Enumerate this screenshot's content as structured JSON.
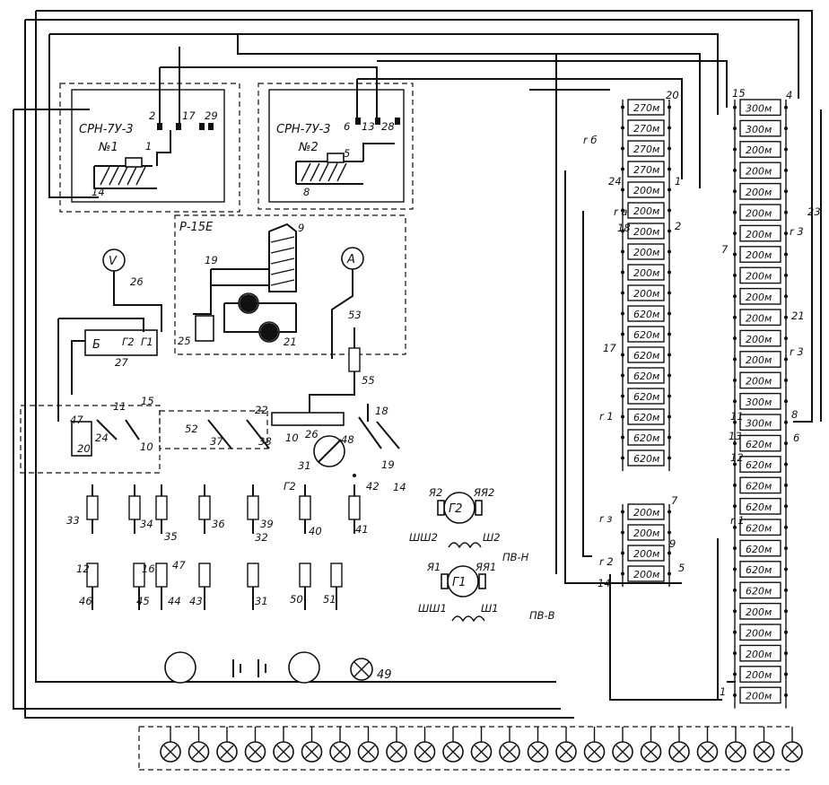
{
  "diagram": {
    "relays": {
      "r1": {
        "name": "СРН-7У-3",
        "num": "№1",
        "t2": "2",
        "t17": "17",
        "t29": "29",
        "t1": "1",
        "t14": "14"
      },
      "r2": {
        "name": "СРН-7У-3",
        "num": "№2",
        "t6": "6",
        "t13": "13",
        "t28": "28",
        "t5": "5",
        "t8": "8"
      }
    },
    "p15e": {
      "name": "Р-15Е",
      "t9": "9",
      "t19": "19",
      "t25": "25",
      "t21": "21"
    },
    "meters": {
      "voltmeter": "V",
      "ammeter": "A"
    },
    "left_block": {
      "b": "Б",
      "r2": "Г2",
      "r1": "Г1",
      "n27": "27",
      "n26": "26"
    },
    "middle": {
      "n53": "53",
      "n55": "55"
    },
    "switch_labels": [
      "47",
      "11",
      "15",
      "20",
      "24",
      "10",
      "52",
      "37",
      "22",
      "38",
      "10",
      "26",
      "48",
      "18",
      "19",
      "31",
      "42",
      "14"
    ],
    "resistor_labels_top": [
      "33",
      "34",
      "35",
      "36",
      "39",
      "32",
      "Г2",
      "40",
      "41"
    ],
    "resistor_labels_bottom": [
      "12",
      "16",
      "47",
      "46",
      "45",
      "44",
      "43",
      "31",
      "50",
      "51"
    ],
    "generators": {
      "g2": {
        "name": "Г2",
        "ya2": "Я2",
        "yaya2": "ЯЯ2",
        "sh2": "ШШ2",
        "w2": "Ш2"
      },
      "g1": {
        "name": "Г1",
        "ya1": "Я1",
        "yaya1": "ЯЯ1",
        "sh1": "ШШ1",
        "w1": "Ш1"
      },
      "pvn": "ПВ-Н",
      "pvv": "ПВ-В"
    },
    "n49": "49",
    "bank_a": {
      "labels": [
        "270м",
        "270м",
        "270м",
        "270м",
        "200м",
        "200м",
        "200м",
        "200м",
        "200м",
        "200м",
        "620м",
        "620м",
        "620м",
        "620м",
        "620м",
        "620м",
        "620м",
        "620м"
      ],
      "side": {
        "rb": "r б",
        "n24": "24",
        "n20": "20",
        "n1": "1",
        "n2": "2",
        "ra": "r а",
        "n18": "18",
        "n17": "17",
        "r1": "r 1"
      }
    },
    "bank_b": {
      "labels": [
        "200м",
        "200м",
        "200м",
        "200м"
      ],
      "side": {
        "rs": "r з",
        "r2": "r 2",
        "n7": "7",
        "n9": "9",
        "n5": "5",
        "n14": "14"
      }
    },
    "bank_c": {
      "labels": [
        "300м",
        "300м",
        "200м",
        "200м",
        "200м",
        "200м",
        "200м",
        "200м",
        "200м",
        "200м",
        "200м",
        "200м",
        "200м",
        "200м",
        "300м",
        "300м",
        "620м",
        "620м",
        "620м",
        "620м",
        "620м",
        "620м",
        "620м",
        "620м",
        "200м",
        "200м",
        "200м",
        "200м",
        "200м"
      ],
      "side": {
        "n15": "15",
        "n4": "4",
        "n23": "23",
        "n7": "7",
        "r3a": "r 3",
        "n21": "21",
        "r3b": "r 3",
        "n11": "11",
        "n8": "8",
        "n13": "13",
        "n6": "6",
        "n12": "12",
        "r1": "r 1",
        "n1": "1"
      }
    },
    "lamp_row_count": 23
  }
}
